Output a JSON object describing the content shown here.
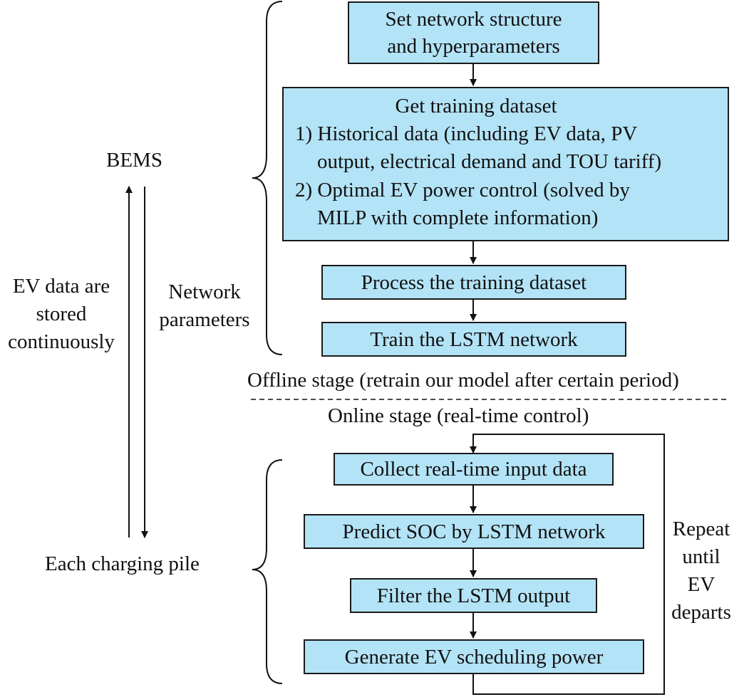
{
  "offline_steps": {
    "set_network": [
      "Set network structure",
      "and hyperparameters"
    ],
    "get_dataset": {
      "title": "Get training dataset",
      "lines": [
        "1) Historical data (including EV data, PV",
        "output, electrical demand and TOU tariff)",
        "2) Optimal EV power control (solved by",
        "MILP with complete information)"
      ]
    },
    "process": "Process the training dataset",
    "train": "Train the LSTM network"
  },
  "stage_labels": {
    "offline": "Offline stage (retrain our model after certain period)",
    "online": "Online stage (real-time control)"
  },
  "online_steps": {
    "collect": "Collect real-time input data",
    "predict": "Predict SOC by LSTM network",
    "filter": "Filter the LSTM output",
    "generate": "Generate EV scheduling power"
  },
  "side_labels": {
    "bems": "BEMS",
    "ev_data": [
      "EV data are",
      "stored",
      "continuously"
    ],
    "network_parameters": [
      "Network",
      "parameters"
    ],
    "charging_pile": "Each charging pile",
    "repeat": [
      "Repeat",
      "until",
      "EV",
      "departs"
    ]
  }
}
